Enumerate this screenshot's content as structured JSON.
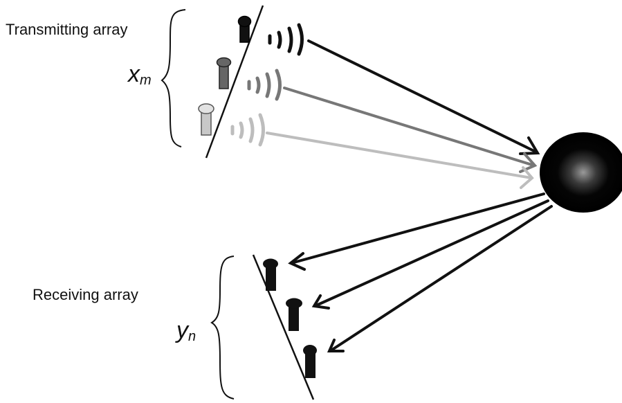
{
  "transmitting": {
    "label": "Transmitting array",
    "var_main": "x",
    "var_sub": "m",
    "elements": [
      {
        "name": "tx-element-1",
        "shade": "#111111",
        "wave": "#111111",
        "ray": "#111111"
      },
      {
        "name": "tx-element-2",
        "shade": "#666666",
        "wave": "#777777",
        "ray": "#777777"
      },
      {
        "name": "tx-element-3",
        "shade": "#c8c8c8",
        "wave": "#bdbdbd",
        "ray": "#bdbdbd"
      }
    ]
  },
  "receiving": {
    "label": "Receiving array",
    "var_main": "y",
    "var_sub": "n",
    "elements": [
      {
        "name": "rx-element-1",
        "shade": "#111111"
      },
      {
        "name": "rx-element-2",
        "shade": "#111111"
      },
      {
        "name": "rx-element-3",
        "shade": "#111111"
      }
    ]
  },
  "target": {
    "fill": "#000000",
    "center": "#8a8a8a"
  }
}
